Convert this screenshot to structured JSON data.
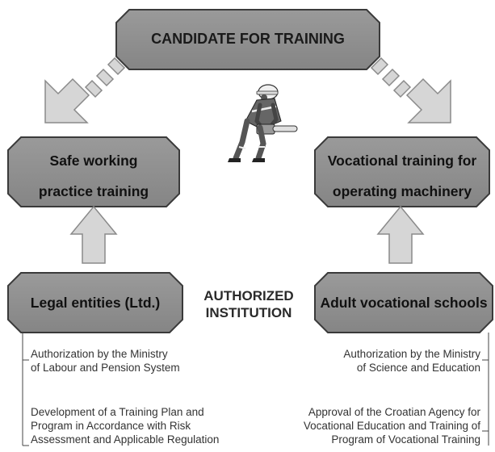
{
  "top_box": {
    "label": "CANDIDATE FOR TRAINING"
  },
  "left_box": {
    "line1": "Safe working",
    "line2": "practice training"
  },
  "right_box": {
    "line1": "Vocational training for",
    "line2": "operating machinery"
  },
  "center_label": {
    "line1": "AUTHORIZED",
    "line2": "INSTITUTION"
  },
  "left_institution": {
    "label": "Legal entities (Ltd.)"
  },
  "right_institution": {
    "label": "Adult vocational schools"
  },
  "left_notes": [
    {
      "line1": "Authorization by the Ministry",
      "line2": "of Labour and Pension System"
    },
    {
      "line1": "Development of a Training Plan and",
      "line2": "Program in Accordance with Risk",
      "line3": "Assessment and Applicable Regulation"
    }
  ],
  "right_notes": [
    {
      "line1": "Authorization by the Ministry",
      "line2": "of Science and Education"
    },
    {
      "line1": "Approval of the Croatian Agency for",
      "line2": "Vocational Education and Training of",
      "line3": "Program of Vocational Training"
    }
  ],
  "colors": {
    "box_fill": "#8c8c8c",
    "box_stroke": "#3a3a3a",
    "arrow_fill": "#d6d6d6",
    "arrow_stroke": "#8a8a8a"
  },
  "icons": [
    "worker-with-chainsaw-icon"
  ]
}
